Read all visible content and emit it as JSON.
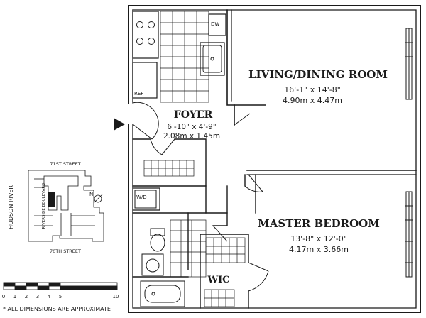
{
  "rooms": {
    "living": {
      "name": "LIVING/DINING ROOM",
      "dim_imperial": "16'-1\" x 14'-8\"",
      "dim_metric": "4.90m x 4.47m"
    },
    "foyer": {
      "name": "FOYER",
      "dim_imperial": "6'-10\" x 4'-9\"",
      "dim_metric": "2.08m x 1.45m"
    },
    "bedroom": {
      "name": "MASTER BEDROOM",
      "dim_imperial": "13'-8\" x 12'-0\"",
      "dim_metric": "4.17m x 3.66m"
    },
    "wic": {
      "name": "WIC"
    }
  },
  "appliances": {
    "dishwasher": "DW",
    "refrigerator": "REF",
    "washer_dryer": "W/D"
  },
  "key_plan": {
    "north_street": "71ST STREET",
    "south_street": "70TH STREET",
    "river": "HUDSON RIVER",
    "boulevard": "RIVERSIDE BOULEVARD",
    "compass": "N"
  },
  "scale": {
    "ticks": [
      "0",
      "1",
      "2",
      "3",
      "4",
      "5",
      "10"
    ]
  },
  "disclaimer": "* ALL DIMENSIONS ARE APPROXIMATE"
}
